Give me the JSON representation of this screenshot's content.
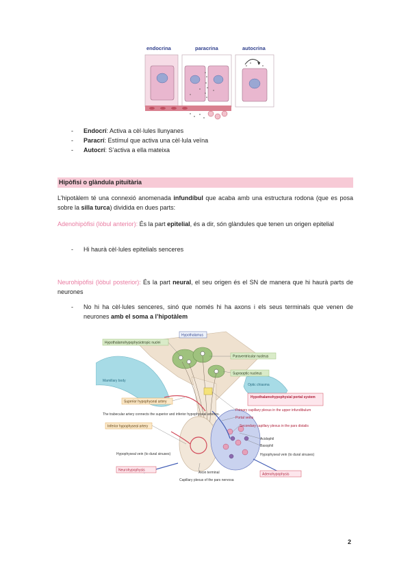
{
  "figure1": {
    "labels": [
      "endocrina",
      "paracrina",
      "autocrina"
    ]
  },
  "bullets1": [
    {
      "term": "Endocrí",
      "text": ": Activa a cèl·lules llunyanes"
    },
    {
      "term": "Paracrí",
      "text": ": Estímul que activa una cèl·lula veïna"
    },
    {
      "term": "Autocrí",
      "text": ": S’activa a ella mateixa"
    }
  ],
  "section": {
    "title": "Hipòfisi o glàndula pituïtària"
  },
  "intro": {
    "p1": "L’hipotàlem té una connexió anomenada ",
    "b1": "infundíbul",
    "p2": " que acaba amb una estructura rodona (que es posa sobre la ",
    "b2": "silla turca",
    "p3": ") dividida en dues parts:"
  },
  "adeno": {
    "label": "Adenohipòfisi (lòbul anterior):",
    "p1": " És la part ",
    "b1": "epitelial",
    "p2": ", és a dir, són glàndules que tenen un origen epitelial",
    "bullet": "Hi haurà cèl·lules epitelials senceres"
  },
  "neuro": {
    "label": "Neurohipòfisi (lòbul posterior):",
    "p1": " És la part ",
    "b1": "neural",
    "p2": ", el seu origen és el SN de manera que hi haurà parts de neurones",
    "bullet_p1": "No hi ha cèl·lules senceres, sinó que només hi ha axons i els seus terminals que venen de neurones ",
    "bullet_b1": "amb el soma a l’hipotàlem"
  },
  "figure2": {
    "labels": {
      "hypothalamus": "Hypothalamus",
      "hht_nuclei": "Hypothalamohypophysiotropic nuclei",
      "paraventricular": "Paraventricular nucleus",
      "supraoptic": "Supraoptic nucleus",
      "mamillary": "Mamillary body",
      "optic": "Optic chiasma",
      "superior_artery": "Superior hypophyseal artery",
      "portal_system": "Hypothalamohypophysial portal system",
      "primary_plexus": "Primary capillary plexus in the upper infundibulum",
      "portal_veins": "Portal veins",
      "trabecular": "The trabecular artery connects the superior and inferior hypophyseal arteries.",
      "inferior_artery": "Inferior hypophyseal artery",
      "secondary_plexus": "Secondary capillary plexus in the pars distalis",
      "acidophil": "Acidophil",
      "basophil": "Basophil",
      "vein_left": "Hypophyseal vein (to dural sinuses)",
      "vein_right": "Hypophyseal vein (to dural sinuses)",
      "neurohypophysis": "Neurohypophysis",
      "axon_terminal": "Axon terminal",
      "capillary_nervosa": "Capillary plexus of the pars nervosa",
      "adenohypophysis": "Adenohypophysis"
    }
  },
  "page_number": "2"
}
